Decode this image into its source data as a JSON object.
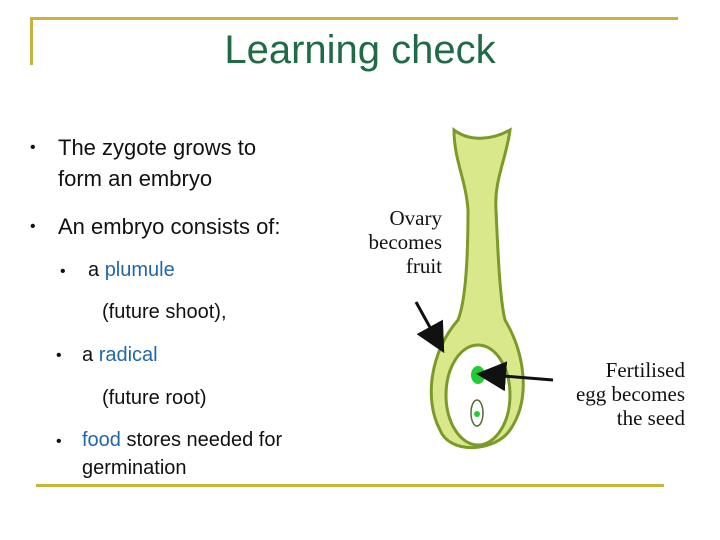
{
  "slide": {
    "title": "Learning check",
    "bullets": {
      "b1_line1": "The zygote grows to",
      "b1_line2": "form an embryo",
      "b2": "An embryo consists of:",
      "sub1_prefix": "a ",
      "sub1_term": "plumule",
      "sub1_note": "(future shoot),",
      "sub2_prefix": "a ",
      "sub2_term": "radical",
      "sub2_note": "(future root)",
      "sub3_term": "food",
      "sub3_rest": " stores needed for",
      "sub3_line2": "germination"
    },
    "diagram": {
      "ovary_label_l1": "Ovary",
      "ovary_label_l2": "becomes",
      "ovary_label_l3": "fruit",
      "egg_label_l1": "Fertilised",
      "egg_label_l2": "egg becomes",
      "egg_label_l3": "the seed"
    }
  },
  "colors": {
    "title": "#1f6b46",
    "highlight": "#1f67a8",
    "frame": "#c9b23a",
    "pistil": "#d9e88a",
    "egg": "#22cc33"
  }
}
